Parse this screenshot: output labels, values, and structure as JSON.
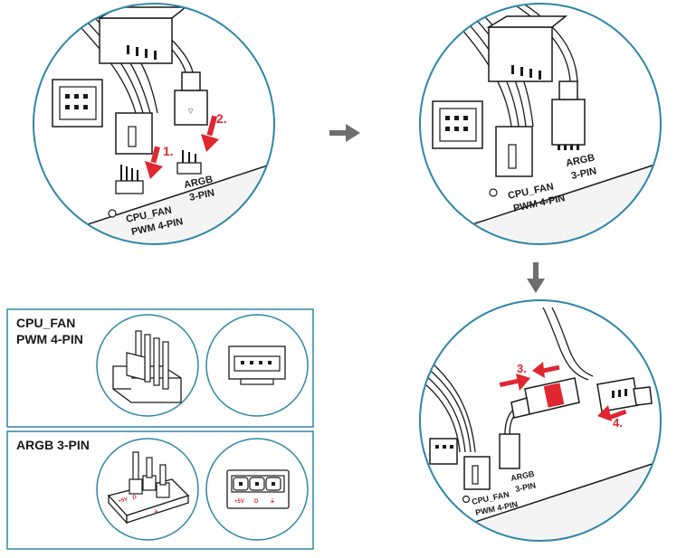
{
  "colors": {
    "teal": "#2e86a8",
    "red": "#e0262f",
    "ink": "#1a1a1a",
    "gray": "#6e6e6e"
  },
  "circle1": {
    "step1": "1.",
    "step2": "2.",
    "cpu_label_line1": "CPU_FAN",
    "cpu_label_line2": "PWM 4-PIN",
    "argb_label_line1": "ARGB",
    "argb_label_line2": "3-PIN"
  },
  "circle2": {
    "cpu_label_line1": "CPU_FAN",
    "cpu_label_line2": "PWM 4-PIN",
    "argb_label_line1": "ARGB",
    "argb_label_line2": "3-PIN"
  },
  "circle3": {
    "step3": "3.",
    "step4": "4.",
    "cpu_label_line1": "CPU_FAN",
    "cpu_label_line2": "PWM 4-PIN",
    "argb_label_line1": "ARGB",
    "argb_label_line2": "3-PIN"
  },
  "box_cpu": {
    "title_line1": "CPU_FAN",
    "title_line2": "PWM 4-PIN"
  },
  "box_argb": {
    "title": "ARGB 3-PIN",
    "pin_labels": [
      "+5V",
      "D",
      "⏚"
    ]
  }
}
